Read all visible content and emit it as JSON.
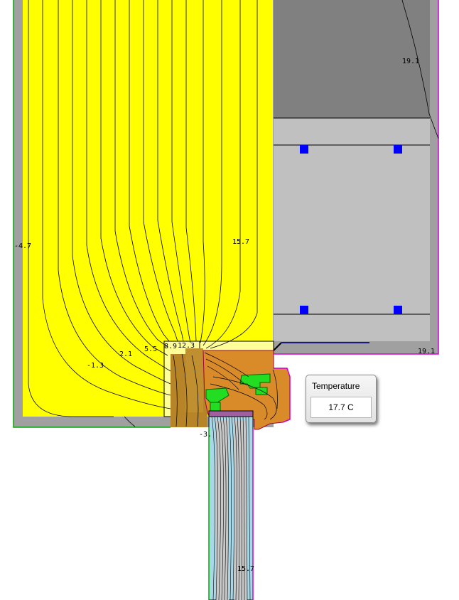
{
  "isotherm_labels": [
    {
      "id": "neg4_7",
      "text": "-4.7"
    },
    {
      "id": "neg1_3",
      "text": "-1.3"
    },
    {
      "id": "p2_1",
      "text": "2.1"
    },
    {
      "id": "p5_5",
      "text": "5.5"
    },
    {
      "id": "p8_9",
      "text": "8.9"
    },
    {
      "id": "p12_3",
      "text": "12.3"
    },
    {
      "id": "p15_7a",
      "text": "15.7"
    },
    {
      "id": "p19_1a",
      "text": "19.1"
    },
    {
      "id": "p19_1b",
      "text": "19.1"
    },
    {
      "id": "neg3_x",
      "text": "-3."
    },
    {
      "id": "p15_7b",
      "text": "15.7"
    }
  ],
  "tooltip": {
    "title": "Temperature",
    "value": "17.7 C"
  },
  "colors": {
    "insulation": "#ffff00",
    "concrete": "#a0a0a0",
    "interior_dark": "#808080",
    "interior_light": "#c0c0c0",
    "wood_frame": "#d98b2a",
    "wood_dark": "#b88428",
    "seal": "#22dd22",
    "glass": "#a8d8e8",
    "anchor": "#0000ff",
    "boundary_green": "#00aa00",
    "boundary_magenta": "#d000d0"
  }
}
